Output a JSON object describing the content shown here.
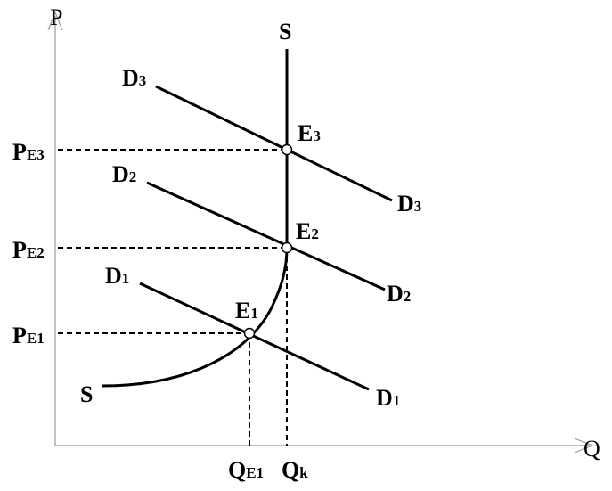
{
  "axes": {
    "y_label": "P",
    "x_label": "Q"
  },
  "supply": {
    "label_top": "S",
    "label_bottom": "S"
  },
  "demand": {
    "d1": {
      "main": "D",
      "sub": "1"
    },
    "d2": {
      "main": "D",
      "sub": "2"
    },
    "d3": {
      "main": "D",
      "sub": "3"
    }
  },
  "equilibria": {
    "e1": {
      "main": "E",
      "sub": "1"
    },
    "e2": {
      "main": "E",
      "sub": "2"
    },
    "e3": {
      "main": "E",
      "sub": "3"
    }
  },
  "price_levels": {
    "pe1": {
      "main": "P",
      "sub": "E1"
    },
    "pe2": {
      "main": "P",
      "sub": "E2"
    },
    "pe3": {
      "main": "P",
      "sub": "E3"
    }
  },
  "quantity_levels": {
    "qe1": {
      "main": "Q",
      "sub": "E1"
    },
    "qk": {
      "main": "Q",
      "sub": "k"
    }
  }
}
